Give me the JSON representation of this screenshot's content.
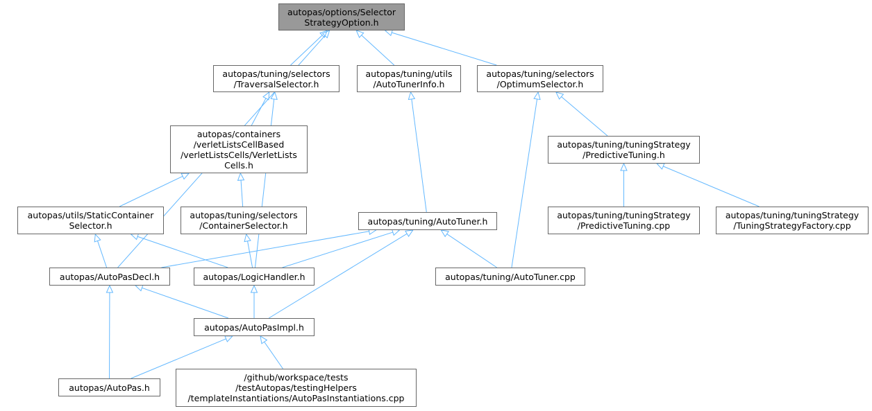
{
  "colors": {
    "edge": "#63b8ff",
    "node_border": "#666666",
    "root_fill": "#999999",
    "node_fill": "#ffffff"
  },
  "nodes": {
    "n0": {
      "lines": [
        "autopas/options/Selector",
        "StrategyOption.h"
      ]
    },
    "n1": {
      "lines": [
        "autopas/tuning/selectors",
        "/TraversalSelector.h"
      ]
    },
    "n2": {
      "lines": [
        "autopas/tuning/utils",
        "/AutoTunerInfo.h"
      ]
    },
    "n3": {
      "lines": [
        "autopas/tuning/selectors",
        "/OptimumSelector.h"
      ]
    },
    "n4": {
      "lines": [
        "autopas/containers",
        "/verletListsCellBased",
        "/verletListsCells/VerletLists",
        "Cells.h"
      ]
    },
    "n5": {
      "lines": [
        "autopas/tuning/tuningStrategy",
        "/PredictiveTuning.h"
      ]
    },
    "n6": {
      "lines": [
        "autopas/utils/StaticContainer",
        "Selector.h"
      ]
    },
    "n7": {
      "lines": [
        "autopas/tuning/selectors",
        "/ContainerSelector.h"
      ]
    },
    "n8": {
      "lines": [
        "autopas/tuning/AutoTuner.h"
      ]
    },
    "n9": {
      "lines": [
        "autopas/tuning/tuningStrategy",
        "/PredictiveTuning.cpp"
      ]
    },
    "n10": {
      "lines": [
        "autopas/tuning/tuningStrategy",
        "/TuningStrategyFactory.cpp"
      ]
    },
    "n11": {
      "lines": [
        "autopas/AutoPasDecl.h"
      ]
    },
    "n12": {
      "lines": [
        "autopas/LogicHandler.h"
      ]
    },
    "n13": {
      "lines": [
        "autopas/tuning/AutoTuner.cpp"
      ]
    },
    "n14": {
      "lines": [
        "autopas/AutoPasImpl.h"
      ]
    },
    "n15": {
      "lines": [
        "autopas/AutoPas.h"
      ]
    },
    "n16": {
      "lines": [
        "/github/workspace/tests",
        "/testAutopas/testingHelpers",
        "/templateInstantiations/AutoPasInstantiations.cpp"
      ]
    }
  },
  "edges": [
    [
      "n1",
      "n0"
    ],
    [
      "n2",
      "n0"
    ],
    [
      "n3",
      "n0"
    ],
    [
      "n11",
      "n0"
    ],
    [
      "n4",
      "n1"
    ],
    [
      "n12",
      "n1"
    ],
    [
      "n8",
      "n2"
    ],
    [
      "n5",
      "n3"
    ],
    [
      "n13",
      "n3"
    ],
    [
      "n6",
      "n4"
    ],
    [
      "n7",
      "n4"
    ],
    [
      "n9",
      "n5"
    ],
    [
      "n10",
      "n5"
    ],
    [
      "n11",
      "n6"
    ],
    [
      "n12",
      "n6"
    ],
    [
      "n12",
      "n7"
    ],
    [
      "n11",
      "n8"
    ],
    [
      "n12",
      "n8"
    ],
    [
      "n14",
      "n8"
    ],
    [
      "n13",
      "n8"
    ],
    [
      "n14",
      "n11"
    ],
    [
      "n15",
      "n11"
    ],
    [
      "n14",
      "n12"
    ],
    [
      "n15",
      "n14"
    ],
    [
      "n16",
      "n14"
    ]
  ]
}
